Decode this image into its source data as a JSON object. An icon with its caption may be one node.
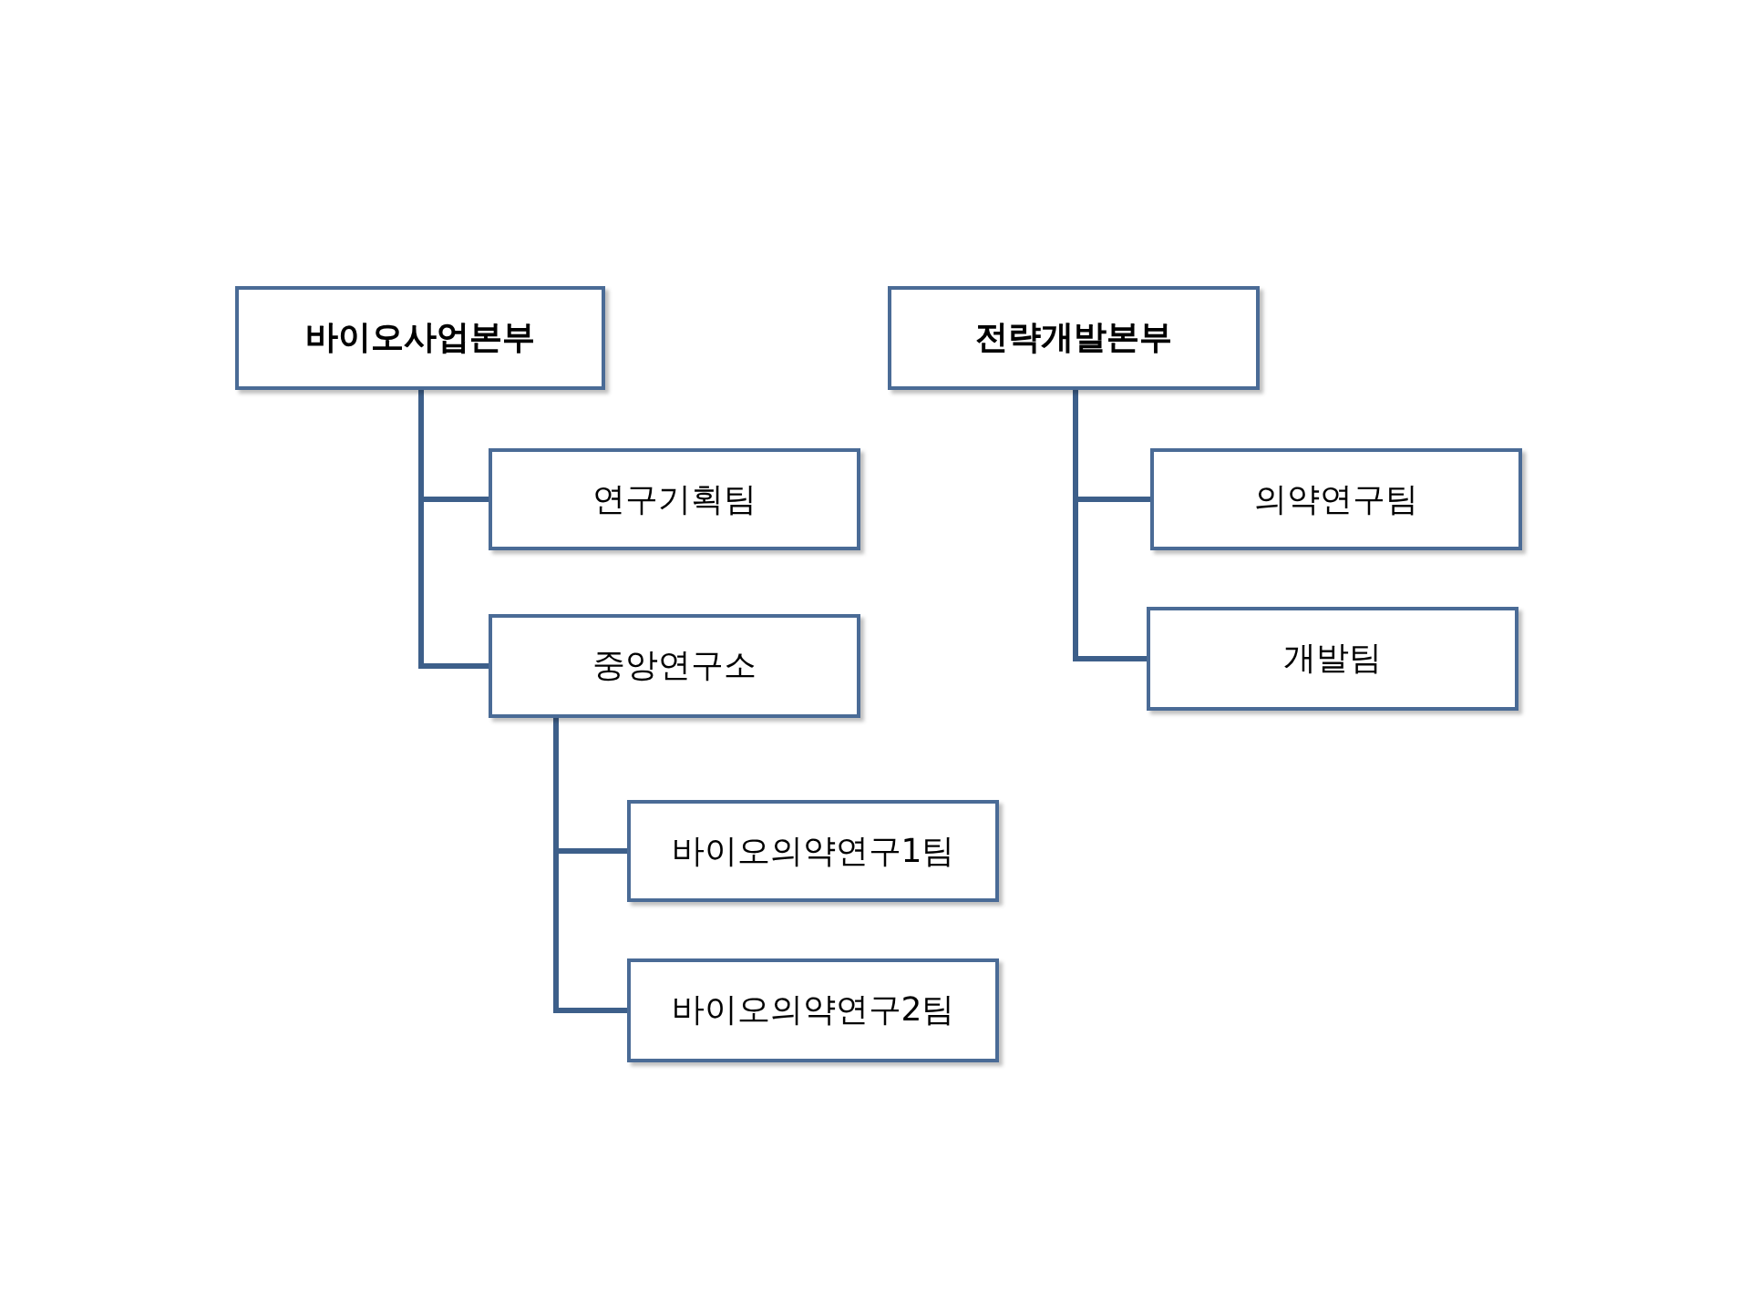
{
  "diagram": {
    "nodes": [
      {
        "text": [
          "바이오사업본부"
        ]
      },
      {
        "text": [
          "연구기획팀"
        ]
      },
      {
        "text": [
          "중앙연구소"
        ]
      },
      {
        "text": [
          "바이오의약연구1팀"
        ]
      },
      {
        "text": [
          "바이오의약연구2팀"
        ]
      },
      {
        "text": [
          "전략개발본부"
        ]
      },
      {
        "text": [
          "의약연구팀"
        ]
      },
      {
        "text": [
          "개발팀"
        ]
      }
    ],
    "edges": [
      {
        "from": 0,
        "to": 1,
        "arrow": "none"
      },
      {
        "from": 0,
        "to": 2,
        "arrow": "none"
      },
      {
        "from": 2,
        "to": 3,
        "arrow": "none"
      },
      {
        "from": 2,
        "to": 4,
        "arrow": "none"
      },
      {
        "from": 5,
        "to": 6,
        "arrow": "none"
      },
      {
        "from": 5,
        "to": 7,
        "arrow": "none"
      }
    ]
  }
}
